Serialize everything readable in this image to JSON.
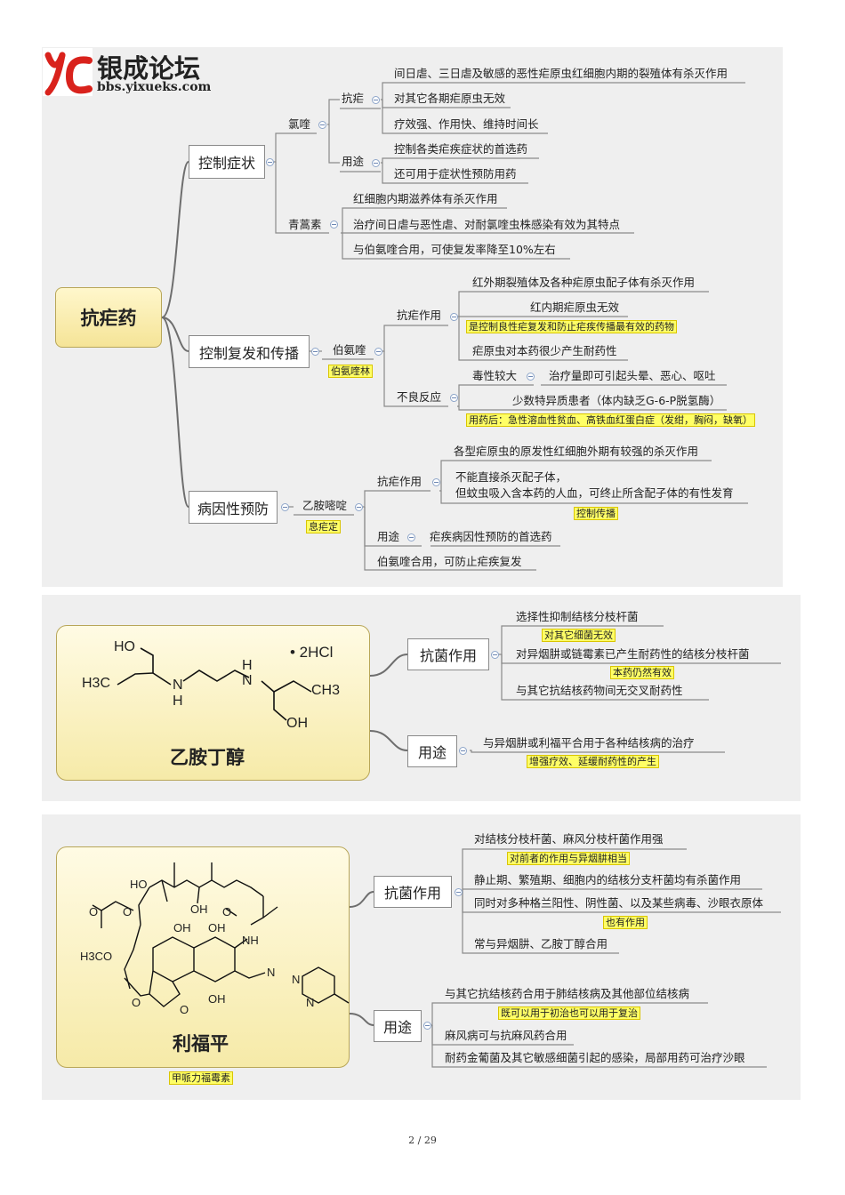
{
  "logo": {
    "title": "银成论坛",
    "url": "bbs.yixueks.com"
  },
  "map1": {
    "root": "抗疟药",
    "branches": {
      "control": {
        "label": "控制症状",
        "chloroquine": {
          "label": "氯喹",
          "antimalarial": {
            "label": "抗疟",
            "items": [
              "间日虐、三日虐及敏感的恶性疟原虫红细胞内期的裂殖体有杀灭作用",
              "对其它各期疟原虫无效",
              "疗效强、作用快、维持时间长"
            ]
          },
          "use": {
            "label": "用途",
            "items": [
              "控制各类疟疾症状的首选药",
              "还可用于症状性预防用药"
            ]
          }
        },
        "artemisinin": {
          "label": "青蒿素",
          "items": [
            "红细胞内期滋养体有杀灭作用",
            "治疗间日虐与恶性虐、对耐氯喹虫株感染有效为其特点",
            "与伯氨喹合用，可使复发率降至10%左右"
          ]
        }
      },
      "relapse": {
        "label": "控制复发和传播",
        "primaquine": {
          "label": "伯氨喹",
          "alias": "伯氨喹林",
          "action": {
            "label": "抗疟作用",
            "items": [
              "红外期裂殖体及各种疟原虫配子体有杀灭作用",
              "红内期疟原虫无效",
              "疟原虫对本药很少产生耐药性"
            ],
            "note": "是控制良性疟复发和防止疟疾传播最有效的药物"
          },
          "adverse": {
            "label": "不良反应",
            "toxicity": "毒性较大",
            "toxicity_detail": "治疗量即可引起头晕、恶心、呕吐",
            "special": "少数特异质患者（体内缺乏G-6-P脱氢酶）",
            "note": "用药后：急性溶血性贫血、高铁血红蛋白症（发绀，胸闷，缺氧）"
          }
        }
      },
      "prevent": {
        "label": "病因性预防",
        "pyrimethamine": {
          "label": "乙胺嘧啶",
          "alias": "息疟定",
          "action": {
            "label": "抗疟作用",
            "item1": "各型疟原虫的原发性红细胞外期有较强的杀灭作用",
            "item2_line1": "不能直接杀灭配子体，",
            "item2_line2": "但蚊虫吸入含本药的人血，可终止所含配子体的有性发育",
            "note": "控制传播"
          },
          "use": {
            "label": "用途",
            "item": "疟疾病因性预防的首选药"
          },
          "combo": "伯氨喹合用，可防止疟疾复发"
        }
      }
    }
  },
  "map2": {
    "drug": "乙胺丁醇",
    "formula_labels": {
      "ho": "HO",
      "salt": "• 2HCl",
      "h3c": "H3C",
      "n1": "N",
      "h1": "H",
      "n2": "N",
      "h2": "H",
      "ch3": "CH3",
      "oh": "OH"
    },
    "antibacterial": {
      "label": "抗菌作用",
      "item1": "选择性抑制结核分枝杆菌",
      "note1": "对其它细菌无效",
      "item2": "对异烟肼或链霉素已产生耐药性的结核分枝杆菌",
      "note2": "本药仍然有效",
      "item3": "与其它抗结核药物间无交叉耐药性"
    },
    "use": {
      "label": "用途",
      "item": "与异烟肼或利福平合用于各种结核病的治疗",
      "note": "增强疗效、延缓耐药性的产生"
    }
  },
  "map3": {
    "drug": "利福平",
    "alias": "甲哌力福霉素",
    "formula_labels": {
      "ho_top": "HO",
      "oh_mid": "OH",
      "oh1": "OH",
      "oh2": "OH",
      "o_ac": "O",
      "o_ac2": "O",
      "nh": "NH",
      "o_amide": "O",
      "h3co": "H3CO",
      "n_eq": "N",
      "n_pip1": "N",
      "n_pip2": "N",
      "oh3": "OH",
      "o_ring": "O",
      "o_ket": "O"
    },
    "antibacterial": {
      "label": "抗菌作用",
      "item1": "对结核分枝杆菌、麻风分枝杆菌作用强",
      "note1": "对前者的作用与异烟肼相当",
      "item2": "静止期、繁殖期、细胞内的结核分支杆菌均有杀菌作用",
      "item3": "同时对多种格兰阳性、阴性菌、以及某些病毒、沙眼衣原体",
      "note3": "也有作用",
      "item4": "常与异烟肼、乙胺丁醇合用"
    },
    "use": {
      "label": "用途",
      "item1": "与其它抗结核药合用于肺结核病及其他部位结核病",
      "note1": "既可以用于初治也可以用于复治",
      "item2": "麻风病可与抗麻风药合用",
      "item3": "耐药金葡菌及其它敏感细菌引起的感染，局部用药可治疗沙眼"
    }
  },
  "page": "2 / 29",
  "colors": {
    "panel": "#efefef",
    "highlight": "#ffff66",
    "root_gradient_top": "#fff7cc",
    "root_gradient_bottom": "#f5e497",
    "logo_red": "#d9221c"
  }
}
